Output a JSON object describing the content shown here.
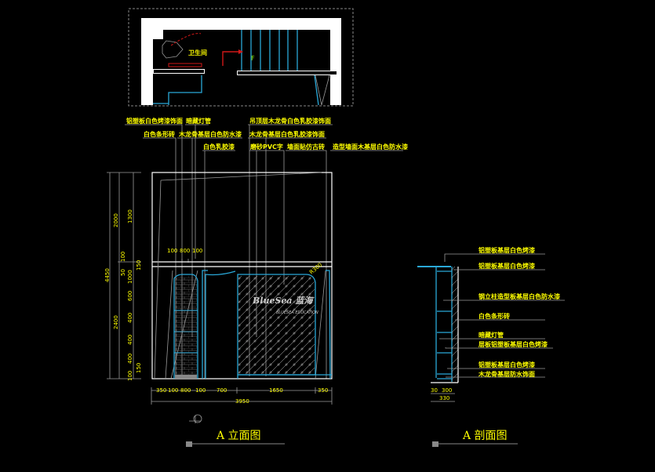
{
  "plan": {
    "room_label": "卫生间",
    "marker_label": "F"
  },
  "elevation": {
    "title": "A 立面图",
    "callouts": [
      "铝塑板白色烤漆饰面",
      "暗藏灯管",
      "吊顶层木龙骨白色乳胶漆饰面",
      "白色条形砖",
      "木龙骨基层白色防水漆",
      "木龙骨基层白色乳胶漆饰面",
      "白色乳胶漆",
      "磨砂PVC字",
      "墙面贴仿古砖",
      "造型墙面木基层白色防水漆"
    ],
    "logo_text": "BlueSea 蓝海",
    "logo_sub": "BLUESEA EDUCATION",
    "dims_bottom": [
      "350",
      "100",
      "800",
      "100",
      "700",
      "1650",
      "350"
    ],
    "dim_total": "3950",
    "dims_left_outer": "4450",
    "dims_left_mid": [
      "2000",
      "2400"
    ],
    "dims_left_inner": [
      "1300",
      "150",
      "1000",
      "600",
      "400",
      "400",
      "400",
      "150",
      "100"
    ],
    "dims_left_small": [
      "100",
      "50"
    ],
    "dims_top_small": [
      "100",
      "800",
      "100"
    ],
    "dim_diag": "R300"
  },
  "section": {
    "title": "A 剖面图",
    "callouts": [
      "铝塑板基层白色烤漆",
      "铝塑板基层白色烤漆",
      "钢立柱造型板基层白色防水漆",
      "白色条形砖",
      "暗藏灯管",
      "层板铝塑板基层白色烤漆",
      "铝塑板基层白色烤漆",
      "木龙骨基层防水饰面"
    ],
    "dims_bottom": [
      "30",
      "300"
    ],
    "dim_total": "330"
  },
  "colors": {
    "background": "#000000",
    "text": "#ffff00",
    "wall": "#ffffff",
    "cyan": "#2aa8d8",
    "red": "#d01818",
    "leader": "#9a9a9a"
  }
}
